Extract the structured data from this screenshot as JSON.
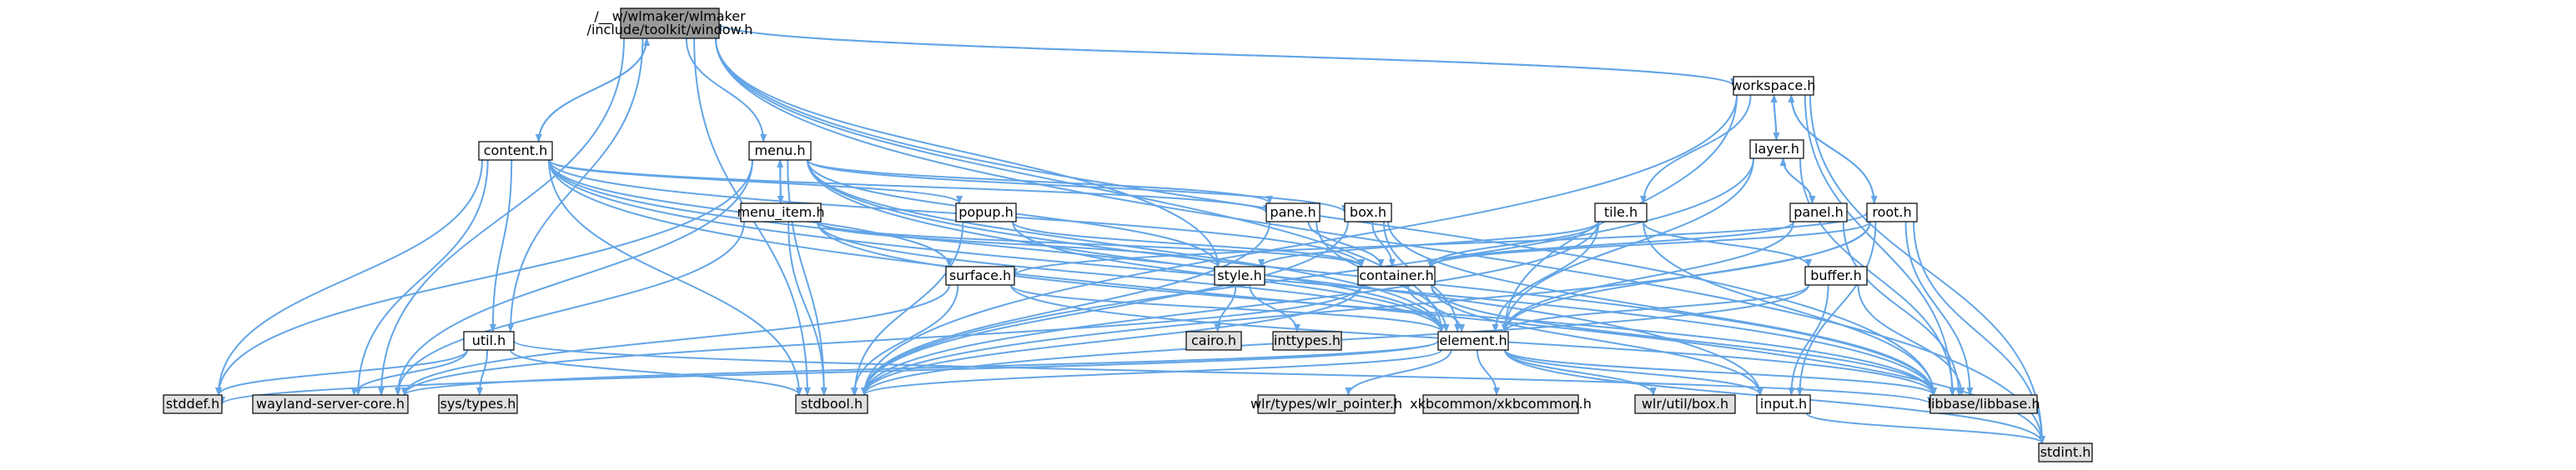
{
  "colors": {
    "edge": "#63a5e6",
    "node_fill": "#ffffff",
    "node_fill_focus": "#999999",
    "node_fill_external": "#e0e0e0",
    "node_border": "#000000",
    "background": "#ffffff"
  },
  "nodes": {
    "window_h": {
      "lines": [
        "/__w/wlmaker/wlmaker",
        "/include/toolkit/window.h"
      ],
      "kind": "focus"
    },
    "workspace_h": {
      "lines": [
        "workspace.h"
      ],
      "kind": "normal"
    },
    "content_h": {
      "lines": [
        "content.h"
      ],
      "kind": "normal"
    },
    "menu_h": {
      "lines": [
        "menu.h"
      ],
      "kind": "normal"
    },
    "layer_h": {
      "lines": [
        "layer.h"
      ],
      "kind": "normal"
    },
    "menu_item_h": {
      "lines": [
        "menu_item.h"
      ],
      "kind": "normal"
    },
    "popup_h": {
      "lines": [
        "popup.h"
      ],
      "kind": "normal"
    },
    "pane_h": {
      "lines": [
        "pane.h"
      ],
      "kind": "normal"
    },
    "box_h": {
      "lines": [
        "box.h"
      ],
      "kind": "normal"
    },
    "tile_h": {
      "lines": [
        "tile.h"
      ],
      "kind": "normal"
    },
    "panel_h": {
      "lines": [
        "panel.h"
      ],
      "kind": "normal"
    },
    "root_h": {
      "lines": [
        "root.h"
      ],
      "kind": "normal"
    },
    "surface_h": {
      "lines": [
        "surface.h"
      ],
      "kind": "normal"
    },
    "style_h": {
      "lines": [
        "style.h"
      ],
      "kind": "normal"
    },
    "container_h": {
      "lines": [
        "container.h"
      ],
      "kind": "normal"
    },
    "buffer_h": {
      "lines": [
        "buffer.h"
      ],
      "kind": "normal"
    },
    "util_h": {
      "lines": [
        "util.h"
      ],
      "kind": "normal"
    },
    "cairo_h": {
      "lines": [
        "cairo.h"
      ],
      "kind": "external"
    },
    "inttypes_h": {
      "lines": [
        "inttypes.h"
      ],
      "kind": "external"
    },
    "element_h": {
      "lines": [
        "element.h"
      ],
      "kind": "normal"
    },
    "stddef_h": {
      "lines": [
        "stddef.h"
      ],
      "kind": "external"
    },
    "wayland_server_core_h": {
      "lines": [
        "wayland-server-core.h"
      ],
      "kind": "external"
    },
    "sys_types_h": {
      "lines": [
        "sys/types.h"
      ],
      "kind": "external"
    },
    "stdbool_h": {
      "lines": [
        "stdbool.h"
      ],
      "kind": "external"
    },
    "wlr_pointer_h": {
      "lines": [
        "wlr/types/wlr_pointer.h"
      ],
      "kind": "external"
    },
    "xkbcommon_h": {
      "lines": [
        "xkbcommon/xkbcommon.h"
      ],
      "kind": "external"
    },
    "wlr_box_h": {
      "lines": [
        "wlr/util/box.h"
      ],
      "kind": "external"
    },
    "input_h": {
      "lines": [
        "input.h"
      ],
      "kind": "normal"
    },
    "libbase_h": {
      "lines": [
        "libbase/libbase.h"
      ],
      "kind": "external"
    },
    "stdint_h": {
      "lines": [
        "stdint.h"
      ],
      "kind": "external"
    }
  },
  "edges": [
    [
      "window_h",
      "workspace_h"
    ],
    [
      "window_h",
      "content_h"
    ],
    [
      "window_h",
      "menu_h"
    ],
    [
      "window_h",
      "stdbool_h"
    ],
    [
      "window_h",
      "stdint_h"
    ],
    [
      "window_h",
      "wayland_server_core_h"
    ],
    [
      "window_h",
      "util_h"
    ],
    [
      "window_h",
      "libbase_h"
    ],
    [
      "window_h",
      "style_h"
    ],
    [
      "window_h",
      "element_h"
    ],
    [
      "workspace_h",
      "window_h"
    ],
    [
      "workspace_h",
      "layer_h"
    ],
    [
      "workspace_h",
      "tile_h"
    ],
    [
      "workspace_h",
      "root_h"
    ],
    [
      "workspace_h",
      "element_h"
    ],
    [
      "workspace_h",
      "stdbool_h"
    ],
    [
      "workspace_h",
      "libbase_h"
    ],
    [
      "workspace_h",
      "stdint_h"
    ],
    [
      "content_h",
      "window_h"
    ],
    [
      "content_h",
      "popup_h"
    ],
    [
      "content_h",
      "pane_h"
    ],
    [
      "content_h",
      "surface_h"
    ],
    [
      "content_h",
      "container_h"
    ],
    [
      "content_h",
      "util_h"
    ],
    [
      "content_h",
      "element_h"
    ],
    [
      "content_h",
      "stddef_h"
    ],
    [
      "content_h",
      "stdbool_h"
    ],
    [
      "content_h",
      "stdint_h"
    ],
    [
      "content_h",
      "wayland_server_core_h"
    ],
    [
      "content_h",
      "libbase_h"
    ],
    [
      "menu_h",
      "menu_item_h"
    ],
    [
      "menu_h",
      "pane_h"
    ],
    [
      "menu_h",
      "box_h"
    ],
    [
      "menu_h",
      "style_h"
    ],
    [
      "menu_h",
      "element_h"
    ],
    [
      "menu_h",
      "stdbool_h"
    ],
    [
      "menu_h",
      "wayland_server_core_h"
    ],
    [
      "menu_h",
      "libbase_h"
    ],
    [
      "menu_h",
      "stddef_h"
    ],
    [
      "menu_h",
      "input_h"
    ],
    [
      "menu_item_h",
      "menu_h"
    ],
    [
      "menu_item_h",
      "style_h"
    ],
    [
      "menu_item_h",
      "element_h"
    ],
    [
      "menu_item_h",
      "container_h"
    ],
    [
      "menu_item_h",
      "stdbool_h"
    ],
    [
      "menu_item_h",
      "libbase_h"
    ],
    [
      "menu_item_h",
      "wayland_server_core_h"
    ],
    [
      "layer_h",
      "workspace_h"
    ],
    [
      "layer_h",
      "panel_h"
    ],
    [
      "layer_h",
      "element_h"
    ],
    [
      "layer_h",
      "stdbool_h"
    ],
    [
      "layer_h",
      "libbase_h"
    ],
    [
      "panel_h",
      "layer_h"
    ],
    [
      "panel_h",
      "container_h"
    ],
    [
      "panel_h",
      "element_h"
    ],
    [
      "panel_h",
      "libbase_h"
    ],
    [
      "popup_h",
      "container_h"
    ],
    [
      "popup_h",
      "element_h"
    ],
    [
      "popup_h",
      "stdbool_h"
    ],
    [
      "pane_h",
      "container_h"
    ],
    [
      "pane_h",
      "element_h"
    ],
    [
      "pane_h",
      "stdbool_h"
    ],
    [
      "box_h",
      "container_h"
    ],
    [
      "box_h",
      "element_h"
    ],
    [
      "box_h",
      "stdbool_h"
    ],
    [
      "box_h",
      "libbase_h"
    ],
    [
      "tile_h",
      "style_h"
    ],
    [
      "tile_h",
      "container_h"
    ],
    [
      "tile_h",
      "buffer_h"
    ],
    [
      "tile_h",
      "element_h"
    ],
    [
      "tile_h",
      "stdbool_h"
    ],
    [
      "tile_h",
      "libbase_h"
    ],
    [
      "root_h",
      "workspace_h"
    ],
    [
      "root_h",
      "container_h"
    ],
    [
      "root_h",
      "surface_h"
    ],
    [
      "root_h",
      "element_h"
    ],
    [
      "root_h",
      "input_h"
    ],
    [
      "root_h",
      "libbase_h"
    ],
    [
      "root_h",
      "stdbool_h"
    ],
    [
      "root_h",
      "stdint_h"
    ],
    [
      "surface_h",
      "element_h"
    ],
    [
      "surface_h",
      "stdbool_h"
    ],
    [
      "surface_h",
      "wayland_server_core_h"
    ],
    [
      "surface_h",
      "libbase_h"
    ],
    [
      "style_h",
      "cairo_h"
    ],
    [
      "style_h",
      "inttypes_h"
    ],
    [
      "container_h",
      "element_h"
    ],
    [
      "container_h",
      "stdbool_h"
    ],
    [
      "container_h",
      "libbase_h"
    ],
    [
      "container_h",
      "wayland_server_core_h"
    ],
    [
      "container_h",
      "input_h"
    ],
    [
      "buffer_h",
      "element_h"
    ],
    [
      "buffer_h",
      "input_h"
    ],
    [
      "buffer_h",
      "libbase_h"
    ],
    [
      "buffer_h",
      "stdbool_h"
    ],
    [
      "util_h",
      "stdbool_h"
    ],
    [
      "util_h",
      "wayland_server_core_h"
    ],
    [
      "util_h",
      "sys_types_h"
    ],
    [
      "util_h",
      "libbase_h"
    ],
    [
      "util_h",
      "stddef_h"
    ],
    [
      "element_h",
      "stdbool_h"
    ],
    [
      "element_h",
      "wlr_pointer_h"
    ],
    [
      "element_h",
      "xkbcommon_h"
    ],
    [
      "element_h",
      "wlr_box_h"
    ],
    [
      "element_h",
      "input_h"
    ],
    [
      "element_h",
      "libbase_h"
    ],
    [
      "element_h",
      "stdint_h"
    ],
    [
      "element_h",
      "wayland_server_core_h"
    ],
    [
      "element_h",
      "stddef_h"
    ],
    [
      "input_h",
      "stdint_h"
    ]
  ]
}
